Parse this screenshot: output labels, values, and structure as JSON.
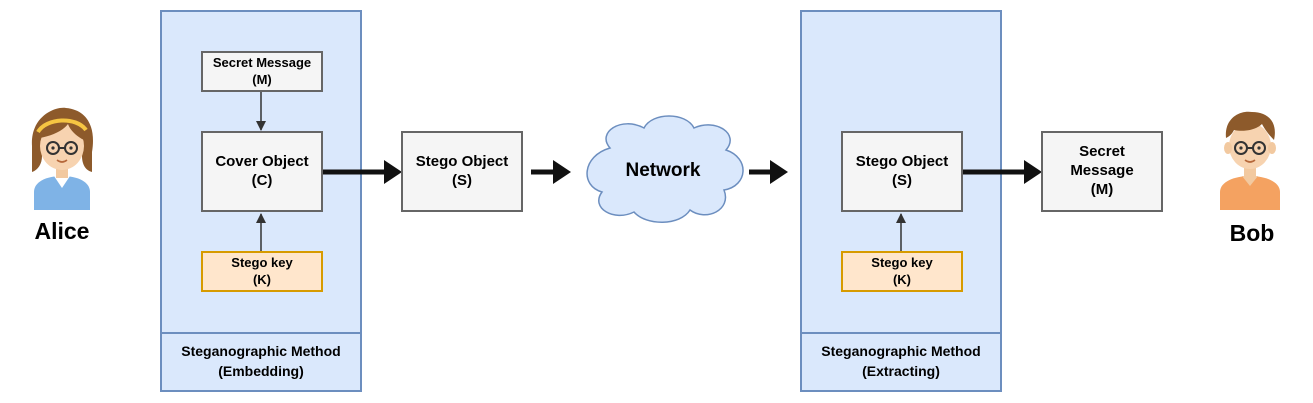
{
  "actors": {
    "sender": "Alice",
    "receiver": "Bob"
  },
  "embedding": {
    "method_line1": "Steganographic Method",
    "method_line2": "(Embedding)",
    "secret_message": {
      "line1": "Secret Message",
      "line2": "(M)"
    },
    "cover_object": {
      "line1": "Cover Object",
      "line2": "(C)"
    },
    "stego_key": {
      "line1": "Stego key",
      "line2": "(K)"
    }
  },
  "transmitted": {
    "line1": "Stego Object",
    "line2": "(S)"
  },
  "network": "Network",
  "extracting": {
    "method_line1": "Steganographic Method",
    "method_line2": "(Extracting)",
    "stego_object": {
      "line1": "Stego Object",
      "line2": "(S)"
    },
    "stego_key": {
      "line1": "Stego key",
      "line2": "(K)"
    }
  },
  "output": {
    "line1": "Secret",
    "line2": "Message",
    "line3": "(M)"
  },
  "colors": {
    "panel_fill": "#dae8fc",
    "panel_border": "#6c8ebf",
    "box_fill": "#f5f5f5",
    "box_border": "#666666",
    "key_fill": "#ffe6cc",
    "key_border": "#d79b00",
    "cloud_fill": "#dae8fc",
    "cloud_border": "#6c8ebf"
  },
  "icons": {
    "sender_avatar": "girl-with-glasses-avatar-icon",
    "receiver_avatar": "boy-with-glasses-avatar-icon"
  }
}
